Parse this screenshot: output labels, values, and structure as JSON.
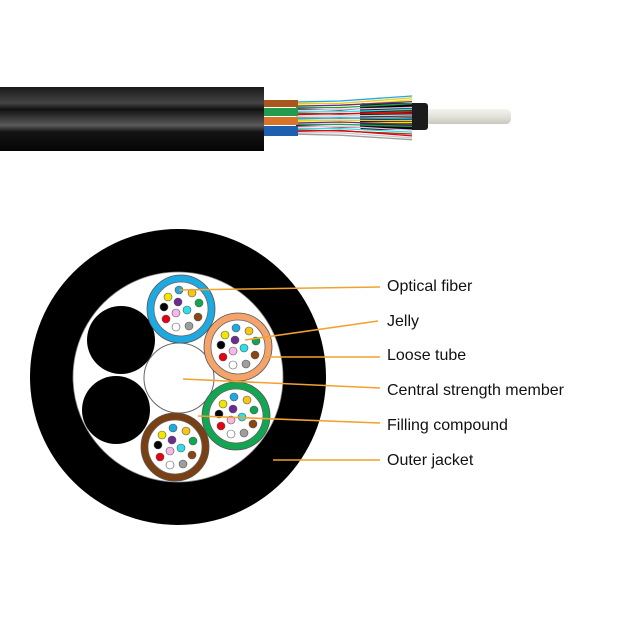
{
  "labels": {
    "optical_fiber": "Optical fiber",
    "jelly": "Jelly",
    "loose_tube": "Loose tube",
    "central_strength_member": "Central strength member",
    "filling_compound": "Filling compound",
    "outer_jacket": "Outer jacket"
  },
  "colors": {
    "leader_line": "#f2a12e",
    "jacket": "#000000",
    "tubes": [
      "#1fa9e1",
      "#f4a46a",
      "#12a653",
      "#7a3f12"
    ],
    "fibers": [
      "#1fa9e1",
      "#f5c518",
      "#f2e600",
      "#6a2c91",
      "#12a653",
      "#000000",
      "#f5b8e8",
      "#2de0e8",
      "#8b4513",
      "#e60012",
      "#ffffff",
      "#9e9e9e"
    ]
  }
}
